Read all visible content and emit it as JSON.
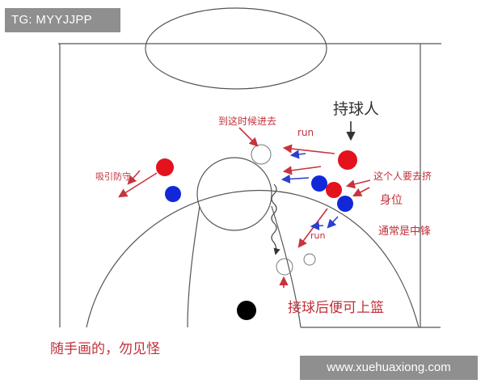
{
  "watermarks": {
    "top_left": "TG: MYYJJPP",
    "bottom_right": "www.xuehuaxiong.com"
  },
  "annotations": {
    "ball_handler": "持球人",
    "cut_in": "到这时候进去",
    "run_top": "run",
    "screen_note_1": "这个人要去挤",
    "screen_note_2": "身位",
    "screen_note_3": "通常是中锋",
    "run_mid": "run",
    "catch_note": "接球后便可上篮",
    "left_note": "吸引防守",
    "footer_note": "随手画的，勿见怪"
  },
  "colors": {
    "offense": "#e3121d",
    "defense": "#1228d8",
    "arrow_red": "#c8343c",
    "arrow_blue": "#2a3fd0",
    "line": "#555555"
  }
}
